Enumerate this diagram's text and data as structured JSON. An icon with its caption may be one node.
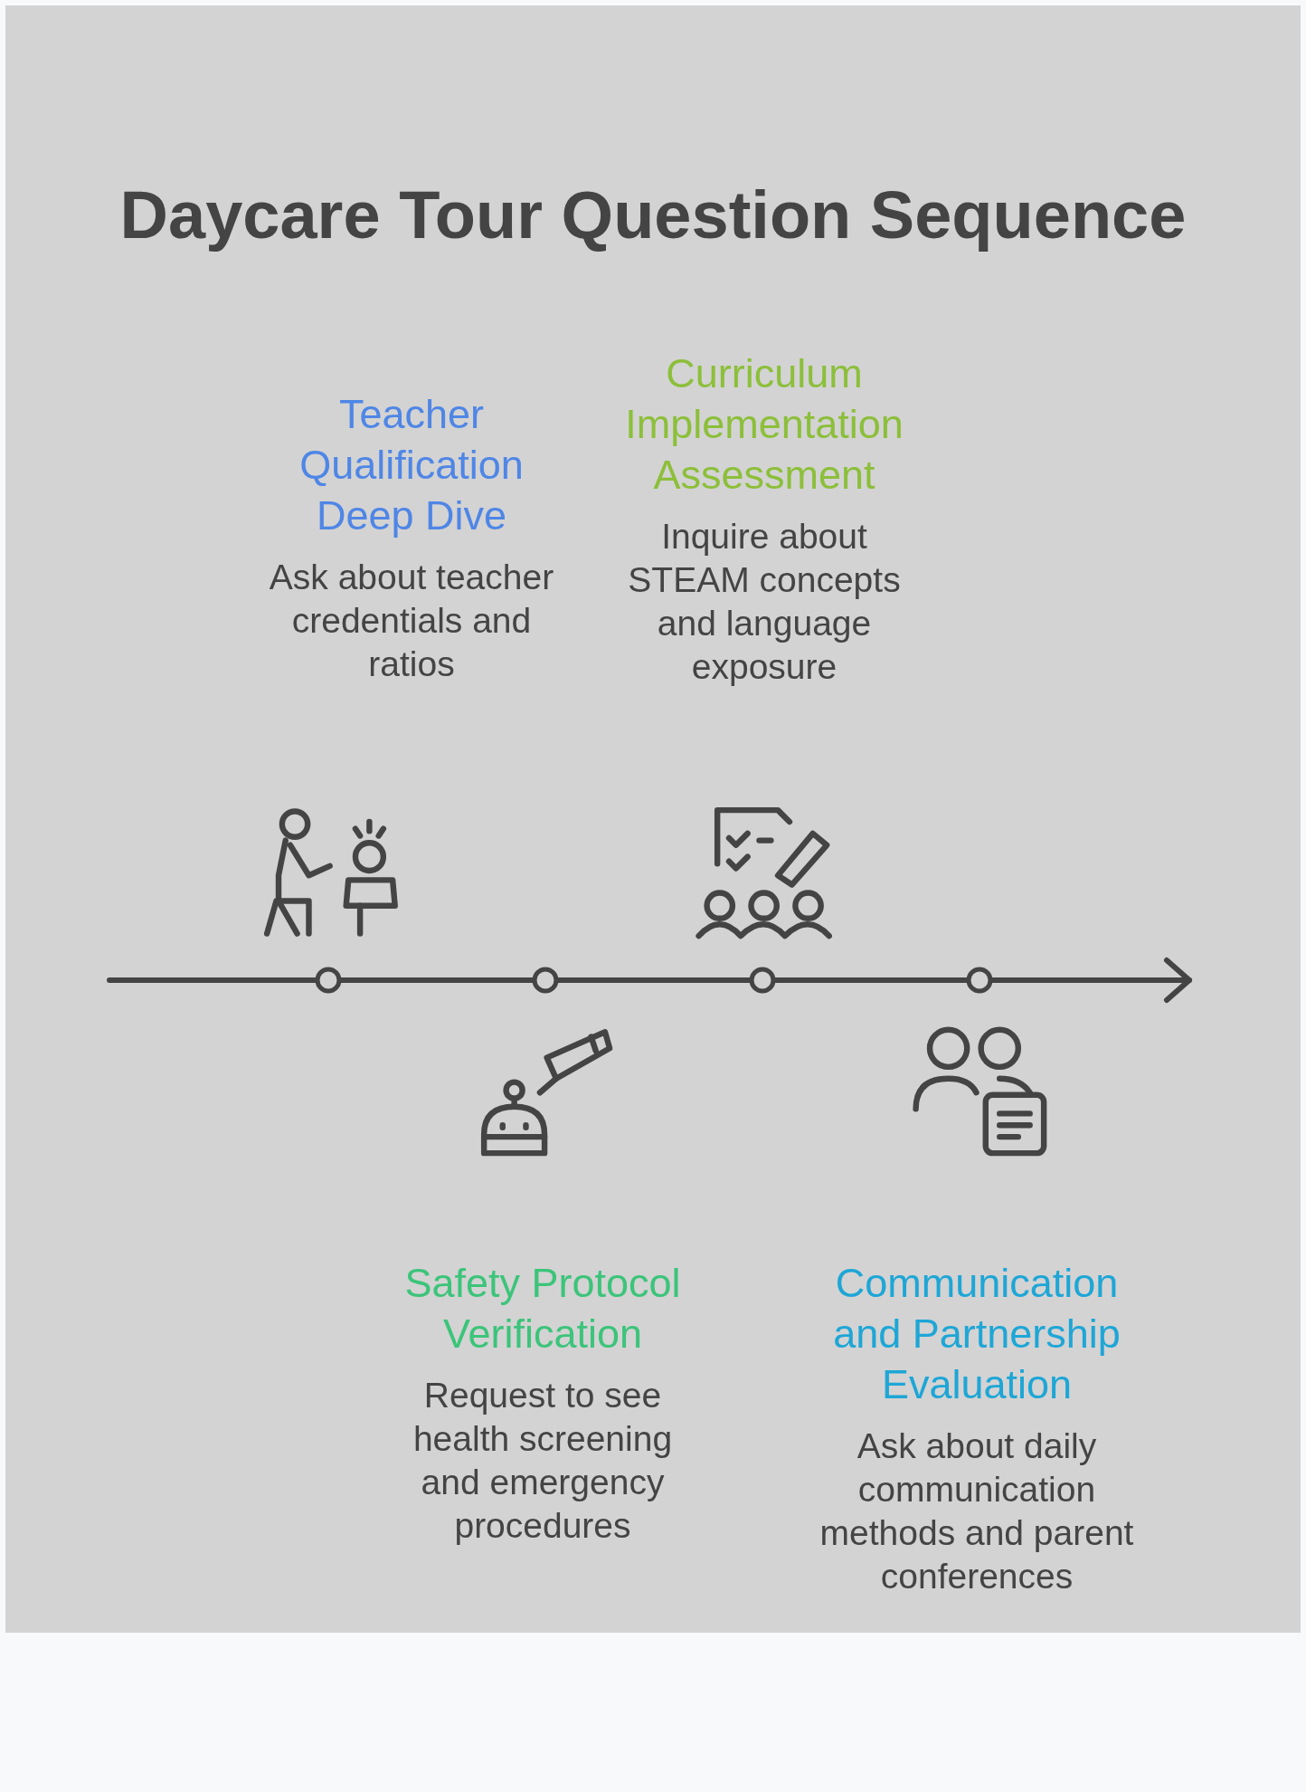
{
  "diagram": {
    "title": "Daycare Tour Question Sequence",
    "nodes": [
      {
        "text": [
          "Teacher Qualification Deep Dive",
          "Ask about teacher credentials and ratios"
        ]
      },
      {
        "text": [
          "Curriculum Implementation Assessment",
          "Inquire about STEAM concepts and language exposure"
        ]
      },
      {
        "text": [
          "Safety Protocol Verification",
          "Request to see health screening and emergency procedures"
        ]
      },
      {
        "text": [
          "Communication and Partnership Evaluation",
          "Ask about daily communication methods and parent conferences"
        ]
      }
    ],
    "edges": []
  }
}
